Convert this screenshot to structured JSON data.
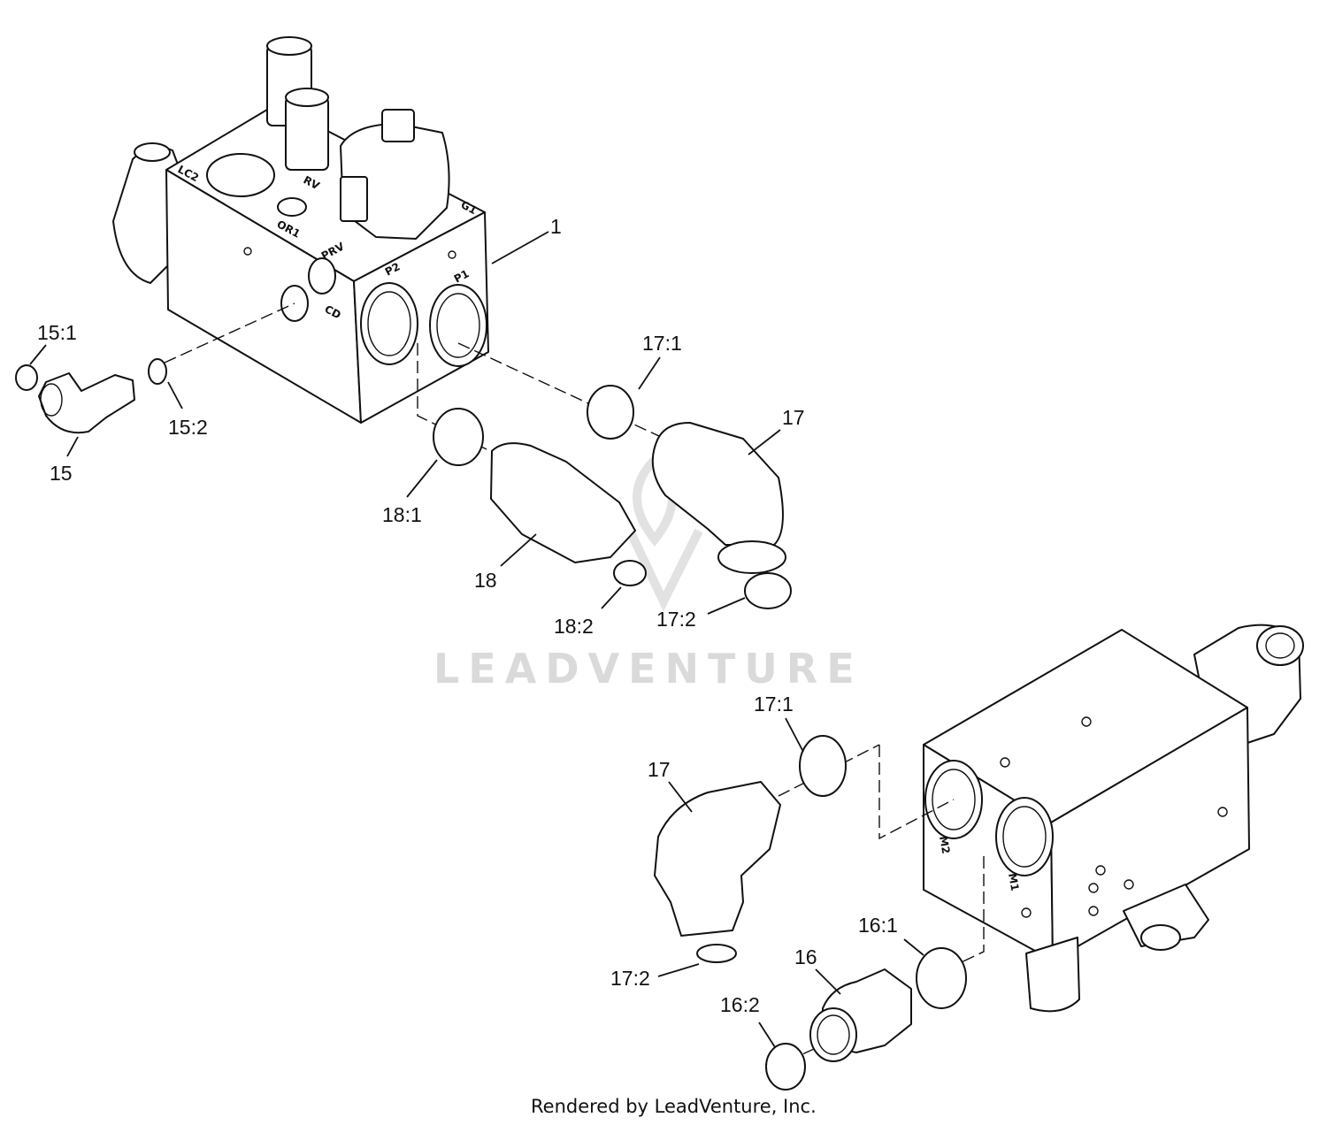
{
  "watermark": "LEADVENTURE",
  "footer": "Rendered by LeadVenture, Inc.",
  "callouts": {
    "c1": "1",
    "c15": "15",
    "c15_1": "15:1",
    "c15_2": "15:2",
    "c17_1_top": "17:1",
    "c17_top": "17",
    "c18_1": "18:1",
    "c18": "18",
    "c18_2": "18:2",
    "c17_2_top": "17:2",
    "c17_1_bot": "17:1",
    "c17_bot": "17",
    "c17_2_bot": "17:2",
    "c16_1": "16:1",
    "c16": "16",
    "c16_2": "16:2"
  },
  "port_labels": {
    "lc2": "LC2",
    "rv": "RV",
    "or1": "OR1",
    "g1": "G1",
    "prv": "PRV",
    "cd": "CD",
    "p2": "P2",
    "p1": "P1",
    "m2": "M2",
    "m1": "M1"
  }
}
